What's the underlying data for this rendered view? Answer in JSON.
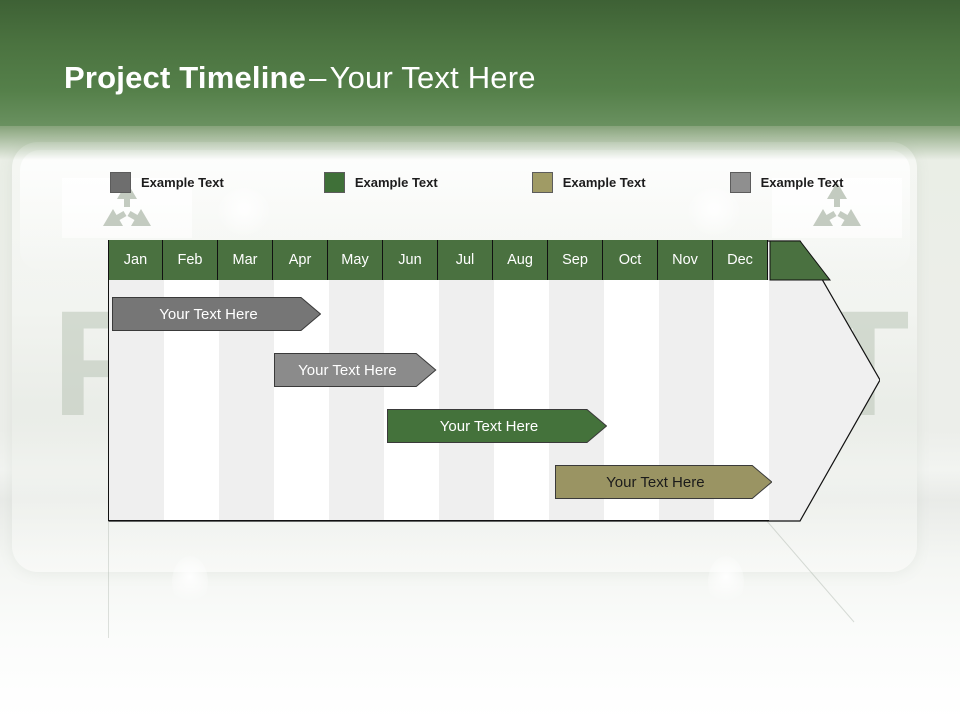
{
  "slide": {
    "title_bold": "Project Timeline",
    "title_dash": "–",
    "title_rest": "Your Text Here"
  },
  "legend": {
    "items": [
      {
        "label": "Example Text",
        "color": "#6e6e6e",
        "icon": "legend-swatch-icon"
      },
      {
        "label": "Example Text",
        "color": "#3f7038",
        "icon": "legend-swatch-icon"
      },
      {
        "label": "Example Text",
        "color": "#a09b65",
        "icon": "legend-swatch-icon"
      },
      {
        "label": "Example Text",
        "color": "#8f8f8f",
        "icon": "legend-swatch-icon"
      }
    ]
  },
  "chart_data": {
    "type": "bar",
    "title": "Project Timeline – Your Text Here",
    "categories": [
      "Jan",
      "Feb",
      "Mar",
      "Apr",
      "May",
      "Jun",
      "Jul",
      "Aug",
      "Sep",
      "Oct",
      "Nov",
      "Dec"
    ],
    "xlabel": "",
    "ylabel": "",
    "grid": true,
    "legend_position": "top",
    "series": [
      {
        "name": "Example Text",
        "label": "Your  Text Here",
        "color": "#767676",
        "text_color": "light",
        "start_month": 1,
        "end_month": 4.8
      },
      {
        "name": "Example Text",
        "label": "Your  Text Here",
        "color": "#8b8b8b",
        "text_color": "light",
        "start_month": 3.95,
        "end_month": 6.9
      },
      {
        "name": "Example Text",
        "label": "Your  Text Here",
        "color": "#44723b",
        "text_color": "light",
        "start_month": 6.0,
        "end_month": 10.0
      },
      {
        "name": "Example Text",
        "label": "Your  Text Here",
        "color": "#9a9463",
        "text_color": "dark",
        "start_month": 9.05,
        "end_month": 13.0
      }
    ]
  },
  "colors": {
    "banner_green": "#4b7340",
    "header_green": "#4a7140",
    "column_shade": "#efefef",
    "column_plain": "#ffffff",
    "outline": "#111111"
  },
  "watermark": {
    "letter_left": "F",
    "letter_right": "T",
    "recycle_icon": "recycle-icon"
  }
}
